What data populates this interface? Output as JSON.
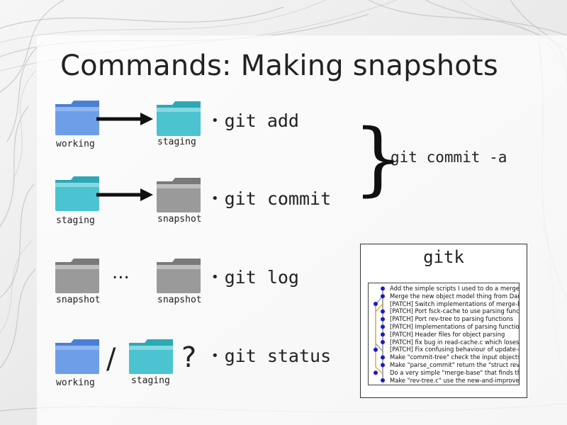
{
  "slide": {
    "title": "Commands: Making snapshots"
  },
  "rows": [
    {
      "left_label": "working",
      "right_label": "staging",
      "command": "git add"
    },
    {
      "left_label": "staging",
      "right_label": "snapshot",
      "command": "git commit"
    },
    {
      "left_label": "snapshot",
      "right_label": "snapshot",
      "command": "git log",
      "separator": "..."
    },
    {
      "left_label": "working",
      "right_label": "staging",
      "command": "git status",
      "separator": "/",
      "suffix": "?"
    }
  ],
  "bullet_glyph": "•",
  "brace": {
    "glyph": "}",
    "command": "git commit -a"
  },
  "gitk": {
    "title": "gitk",
    "commits": [
      "Add the simple scripts I used to do a merge",
      "Merge the new object model thing from Daniel",
      "[PATCH] Switch implementations of merge-base",
      "[PATCH] Port fsck-cache to use parsing functions",
      "[PATCH] Port rev-tree to parsing functions",
      "[PATCH] Implementations of parsing functions",
      "[PATCH] Header files for object parsing",
      "[PATCH] fix bug in read-cache.c which loses files",
      "[PATCH] Fix confusing behaviour of update-cache",
      "Make \"commit-tree\" check the input objects",
      "Make \"parse_commit\" return the \"struct revision\"",
      "Do a very simple \"merge-base\" that finds the most",
      "Make \"rev-tree.c\" use the new-and-improved"
    ]
  },
  "colors": {
    "folder_blue": "#6f9ee8",
    "folder_teal": "#4cc3d0",
    "folder_gray": "#9a9a9a",
    "graph_dot": "#1a1ad0",
    "graph_line_orange": "#e0a020",
    "graph_line_gray": "#909090"
  },
  "icons": {
    "working": "blue-folder-icon",
    "staging": "teal-folder-icon",
    "snapshot": "gray-folder-icon",
    "arrow": "right-arrow-icon"
  }
}
